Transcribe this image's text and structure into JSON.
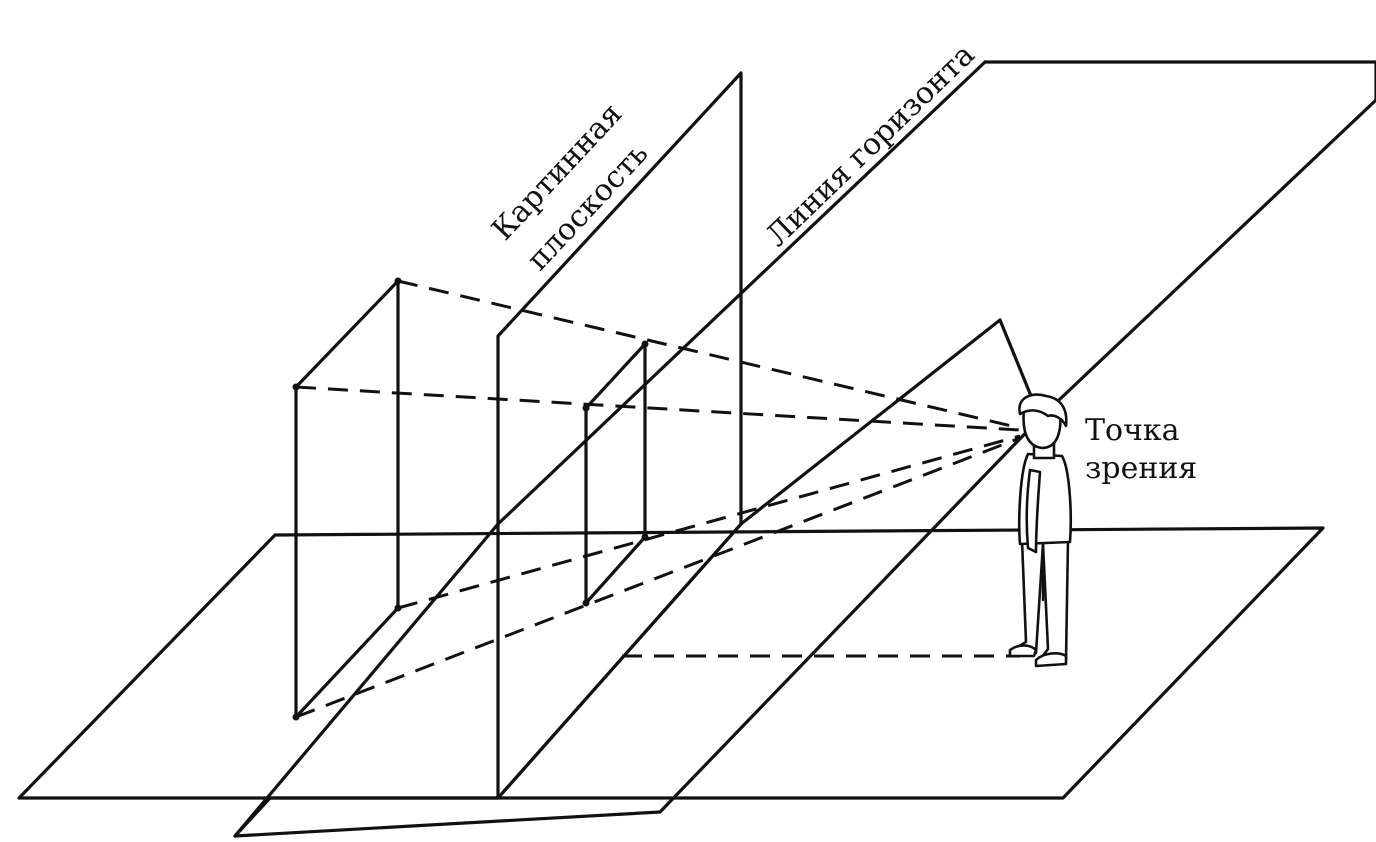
{
  "labels": {
    "picture_plane_line1": "Картинная",
    "picture_plane_line2": "плоскость",
    "horizon_line": "Линия горизонта",
    "viewpoint_line1": "Точка",
    "viewpoint_line2": "зрения"
  },
  "colors": {
    "ink": "#111111",
    "background": "#ffffff"
  }
}
